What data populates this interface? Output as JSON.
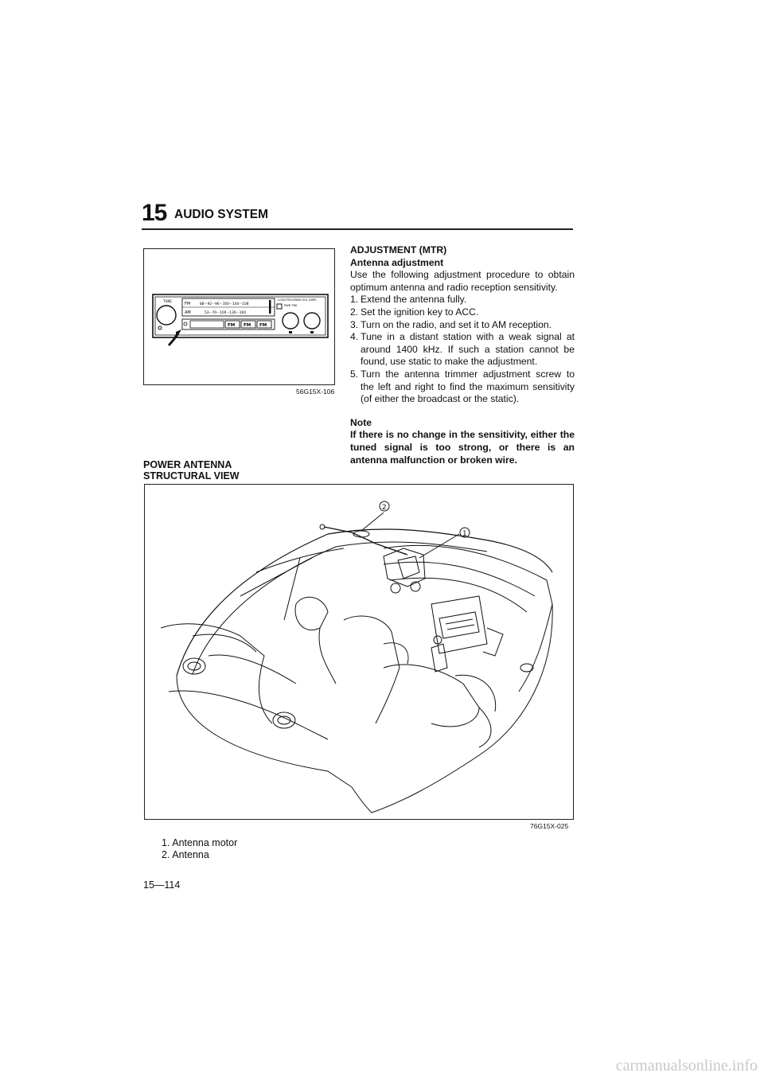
{
  "header": {
    "section_number": "15",
    "section_title": "AUDIO SYSTEM"
  },
  "figure1": {
    "code": "56G15X-106",
    "radio_labels": {
      "tune": "TUNE",
      "fm": "FM",
      "am": "AM",
      "fm_scale": "88···92···96···100···104···108",
      "am_scale": "53···70···100···130···160",
      "preset_1": "FM",
      "preset_2": "FM",
      "preset_3": "FM",
      "top_right": "LOUD PROGRAM VOL DISPL",
      "right_small": "PWR TRK"
    }
  },
  "adjustment": {
    "title": "ADJUSTMENT (MTR)",
    "subtitle": "Antenna adjustment",
    "intro": "Use the following adjustment procedure to obtain optimum antenna and radio reception sensitivity.",
    "steps": [
      {
        "num": "1.",
        "text": "Extend the antenna fully."
      },
      {
        "num": "2.",
        "text": "Set the ignition key to ACC."
      },
      {
        "num": "3.",
        "text": "Turn on the radio, and set it to AM reception."
      },
      {
        "num": "4.",
        "text": "Tune in a distant station with a weak signal at around 1400 kHz. If such a station cannot be found, use static to make the adjustment."
      },
      {
        "num": "5.",
        "text": "Turn the antenna trimmer adjustment screw to the left and right to find the maximum sensitivity (of either the broadcast or the static)."
      }
    ],
    "note_heading": "Note",
    "note_text": "If there is no change in the sensitivity, either the tuned signal is too strong, or there is an antenna malfunction or broken wire."
  },
  "power_antenna": {
    "title": "POWER ANTENNA",
    "subtitle": "STRUCTURAL VIEW",
    "figure_code": "76G15X-025",
    "callout_1": "1",
    "callout_2": "2",
    "legend": [
      {
        "num": "1.",
        "text": "Antenna motor"
      },
      {
        "num": "2.",
        "text": "Antenna"
      }
    ]
  },
  "footer": {
    "page_number": "15—114",
    "watermark": "carmanualsonline.info"
  }
}
